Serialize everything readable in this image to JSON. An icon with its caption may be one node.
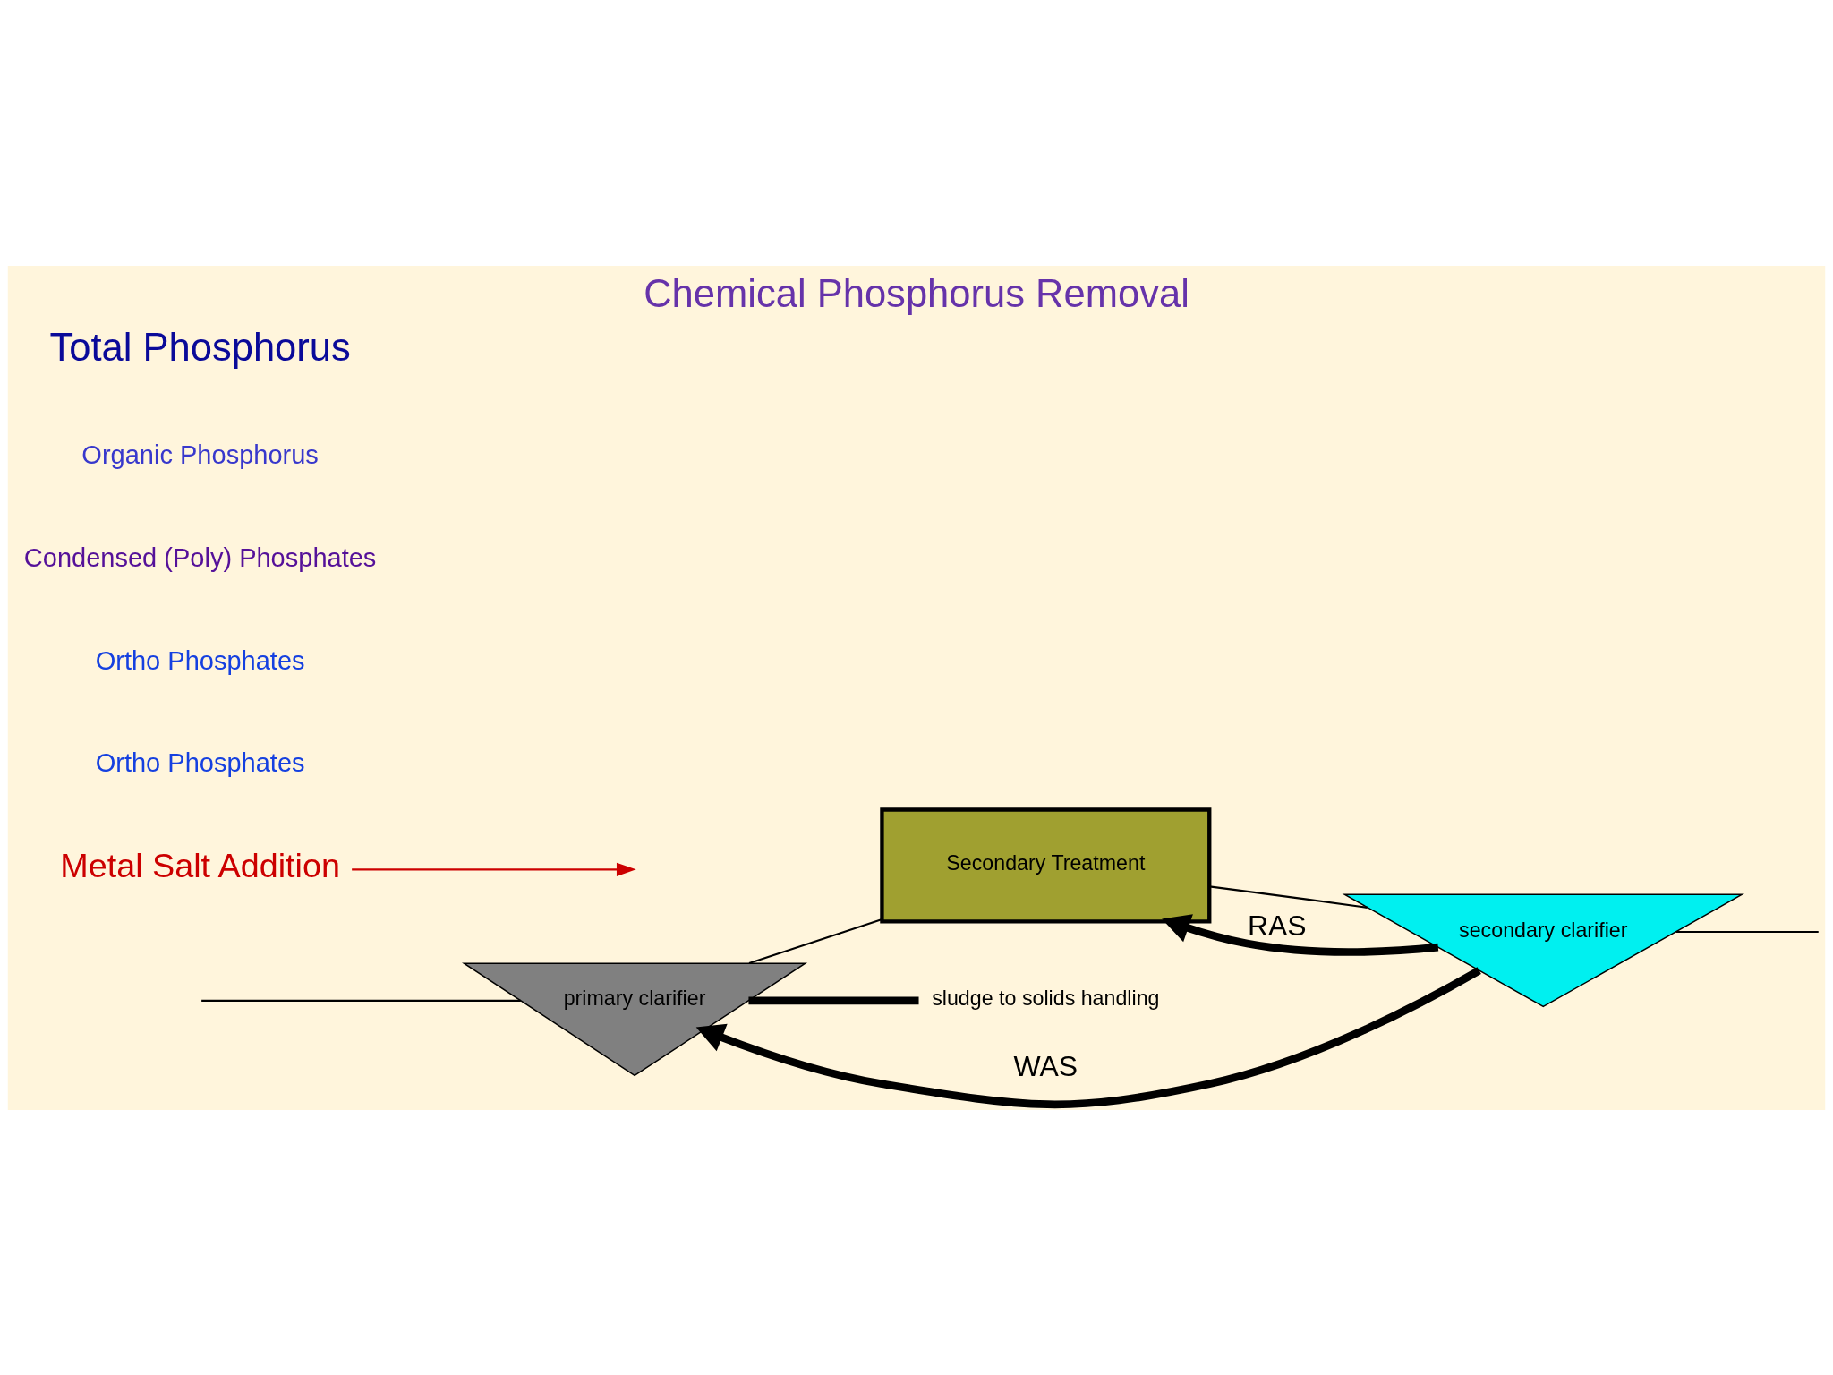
{
  "diagram": {
    "title": "Chemical Phosphorus Removal",
    "nodes": [
      {
        "text": [
          "primary clarifier"
        ]
      },
      {
        "text": [
          "Secondary Treatment"
        ]
      },
      {
        "text": [
          "secondary clarifier"
        ]
      },
      {
        "text": [
          "Metal Salt Addition"
        ]
      },
      {
        "text": [
          "sludge to solids handling"
        ]
      }
    ],
    "edges": [
      {
        "from": null,
        "to": 0,
        "arrow": "none"
      },
      {
        "from": 0,
        "to": 1,
        "arrow": "none"
      },
      {
        "from": 1,
        "to": 2,
        "arrow": "none"
      },
      {
        "from": 2,
        "to": null,
        "arrow": "none"
      },
      {
        "from": 3,
        "to": null,
        "arrow": "to",
        "color": "#cc0000"
      },
      {
        "from": 2,
        "to": 0,
        "arrow": "to",
        "label": "WAS",
        "style": "thick"
      },
      {
        "from": 2,
        "to": 1,
        "arrow": "to",
        "label": "RAS",
        "style": "thick"
      },
      {
        "from": 0,
        "to": 4,
        "arrow": "none",
        "style": "thick"
      }
    ],
    "labels": [
      "Total Phosphorus",
      "Organic Phosphorus",
      "Condensed (Poly) Phosphates",
      "Ortho Phosphates",
      "Ortho Phosphates"
    ]
  }
}
